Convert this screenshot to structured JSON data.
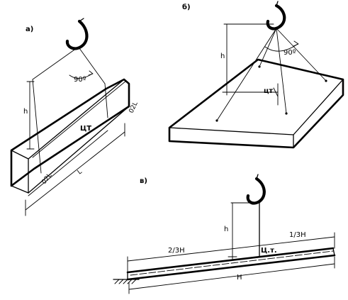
{
  "panel_a": {
    "label": "а)",
    "height_label": "h",
    "angle_label": "90º",
    "center_label": "ЦТ",
    "length_label": "L",
    "offset_left_label": "02L",
    "offset_right_label": "02L"
  },
  "panel_b": {
    "label": "б)",
    "height_label": "h",
    "angle_label": "90º",
    "center_label": "цт"
  },
  "panel_c": {
    "label": "в)",
    "height_label": "h",
    "left_part_label": "2/3Н",
    "right_part_label": "1/3Н",
    "center_label": "Ц.т.",
    "length_label": "Н"
  }
}
